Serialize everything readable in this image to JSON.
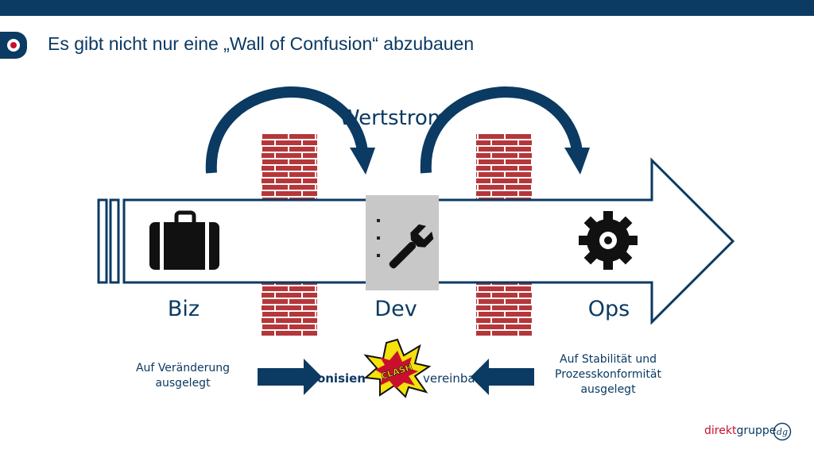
{
  "slide": {
    "title": "Es gibt nicht nur eine „Wall of Confusion“ abzubauen"
  },
  "diagram": {
    "flow_label": "Wertstrom",
    "stages": [
      {
        "label": "Biz",
        "icon": "briefcase-icon"
      },
      {
        "label": "Dev",
        "icon": "wrench-icon"
      },
      {
        "label": "Ops",
        "icon": "gear-icon"
      }
    ],
    "biz_note": [
      "Auf Veränderung",
      "ausgelegt"
    ],
    "ops_note": [
      "Auf Stabilität und",
      "Prozesskonformität",
      "ausgelegt"
    ],
    "middle_text_left": "monisien",
    "middle_text_right": "vereinbar",
    "burst_text": "CLASH"
  },
  "branding": {
    "name_red": "direkt",
    "name_blue": "gruppe",
    "monogram": "dg"
  },
  "colors": {
    "brand_navy": "#0b3a63",
    "brick": "#b5373a",
    "accent_red": "#c8102e",
    "burst_yellow": "#f4e20b"
  }
}
